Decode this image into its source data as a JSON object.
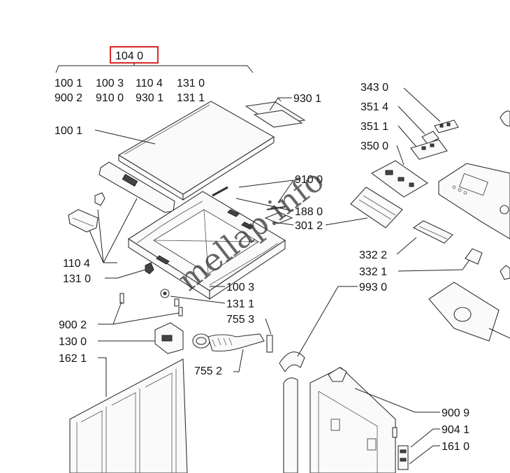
{
  "diagram": {
    "highlight_label": "104 0",
    "header_row1": [
      "100 1",
      "100 3",
      "110 4",
      "131 0"
    ],
    "header_row2": [
      "900 2",
      "910 0",
      "930 1",
      "131 1"
    ],
    "labels": {
      "l9301": "930 1",
      "l1001": "100 1",
      "l9100": "910 0",
      "l1880": "188 0",
      "l3012": "301 2",
      "l1104": "110 4",
      "l1310": "131 0",
      "l1003": "100 3",
      "l1311": "131 1",
      "l9002": "900 2",
      "l7553": "755 3",
      "l1300": "130 0",
      "l1621": "162 1",
      "l7552": "755 2",
      "l3430": "343 0",
      "l3514": "351 4",
      "l3511": "351 1",
      "l3500": "350 0",
      "l3322": "332 2",
      "l3321": "332 1",
      "l9930": "993 0",
      "l9009": "900 9",
      "l9041": "904 1",
      "l1610": "161 0"
    },
    "watermark": "mellap.info",
    "colors": {
      "highlight_box": "#d62828",
      "ink": "#111111"
    }
  }
}
